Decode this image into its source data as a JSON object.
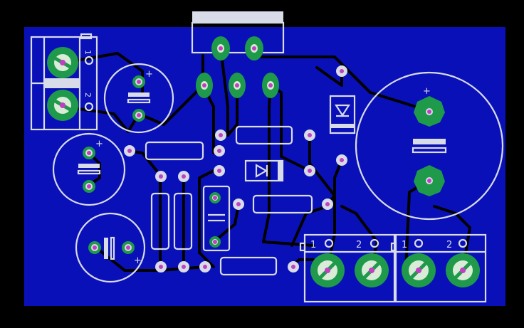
{
  "board": {
    "background_color": "#000000",
    "copper_color": "#0a10b8",
    "silkscreen_color": "#d8dce8",
    "pad_color": "#1f9a4a",
    "drill_color": "#c040c0"
  },
  "labels": {
    "left_terminal_pin1": "1",
    "left_terminal_pin2": "2",
    "bottom_terminal_a_pin1": "1",
    "bottom_terminal_a_pin2": "2",
    "bottom_terminal_b_pin1": "1",
    "bottom_terminal_b_pin2": "2",
    "cap_small_top_plus": "+",
    "cap_small_left_plus": "+",
    "cap_small_bottom_plus": "+",
    "cap_big_plus": "+"
  }
}
